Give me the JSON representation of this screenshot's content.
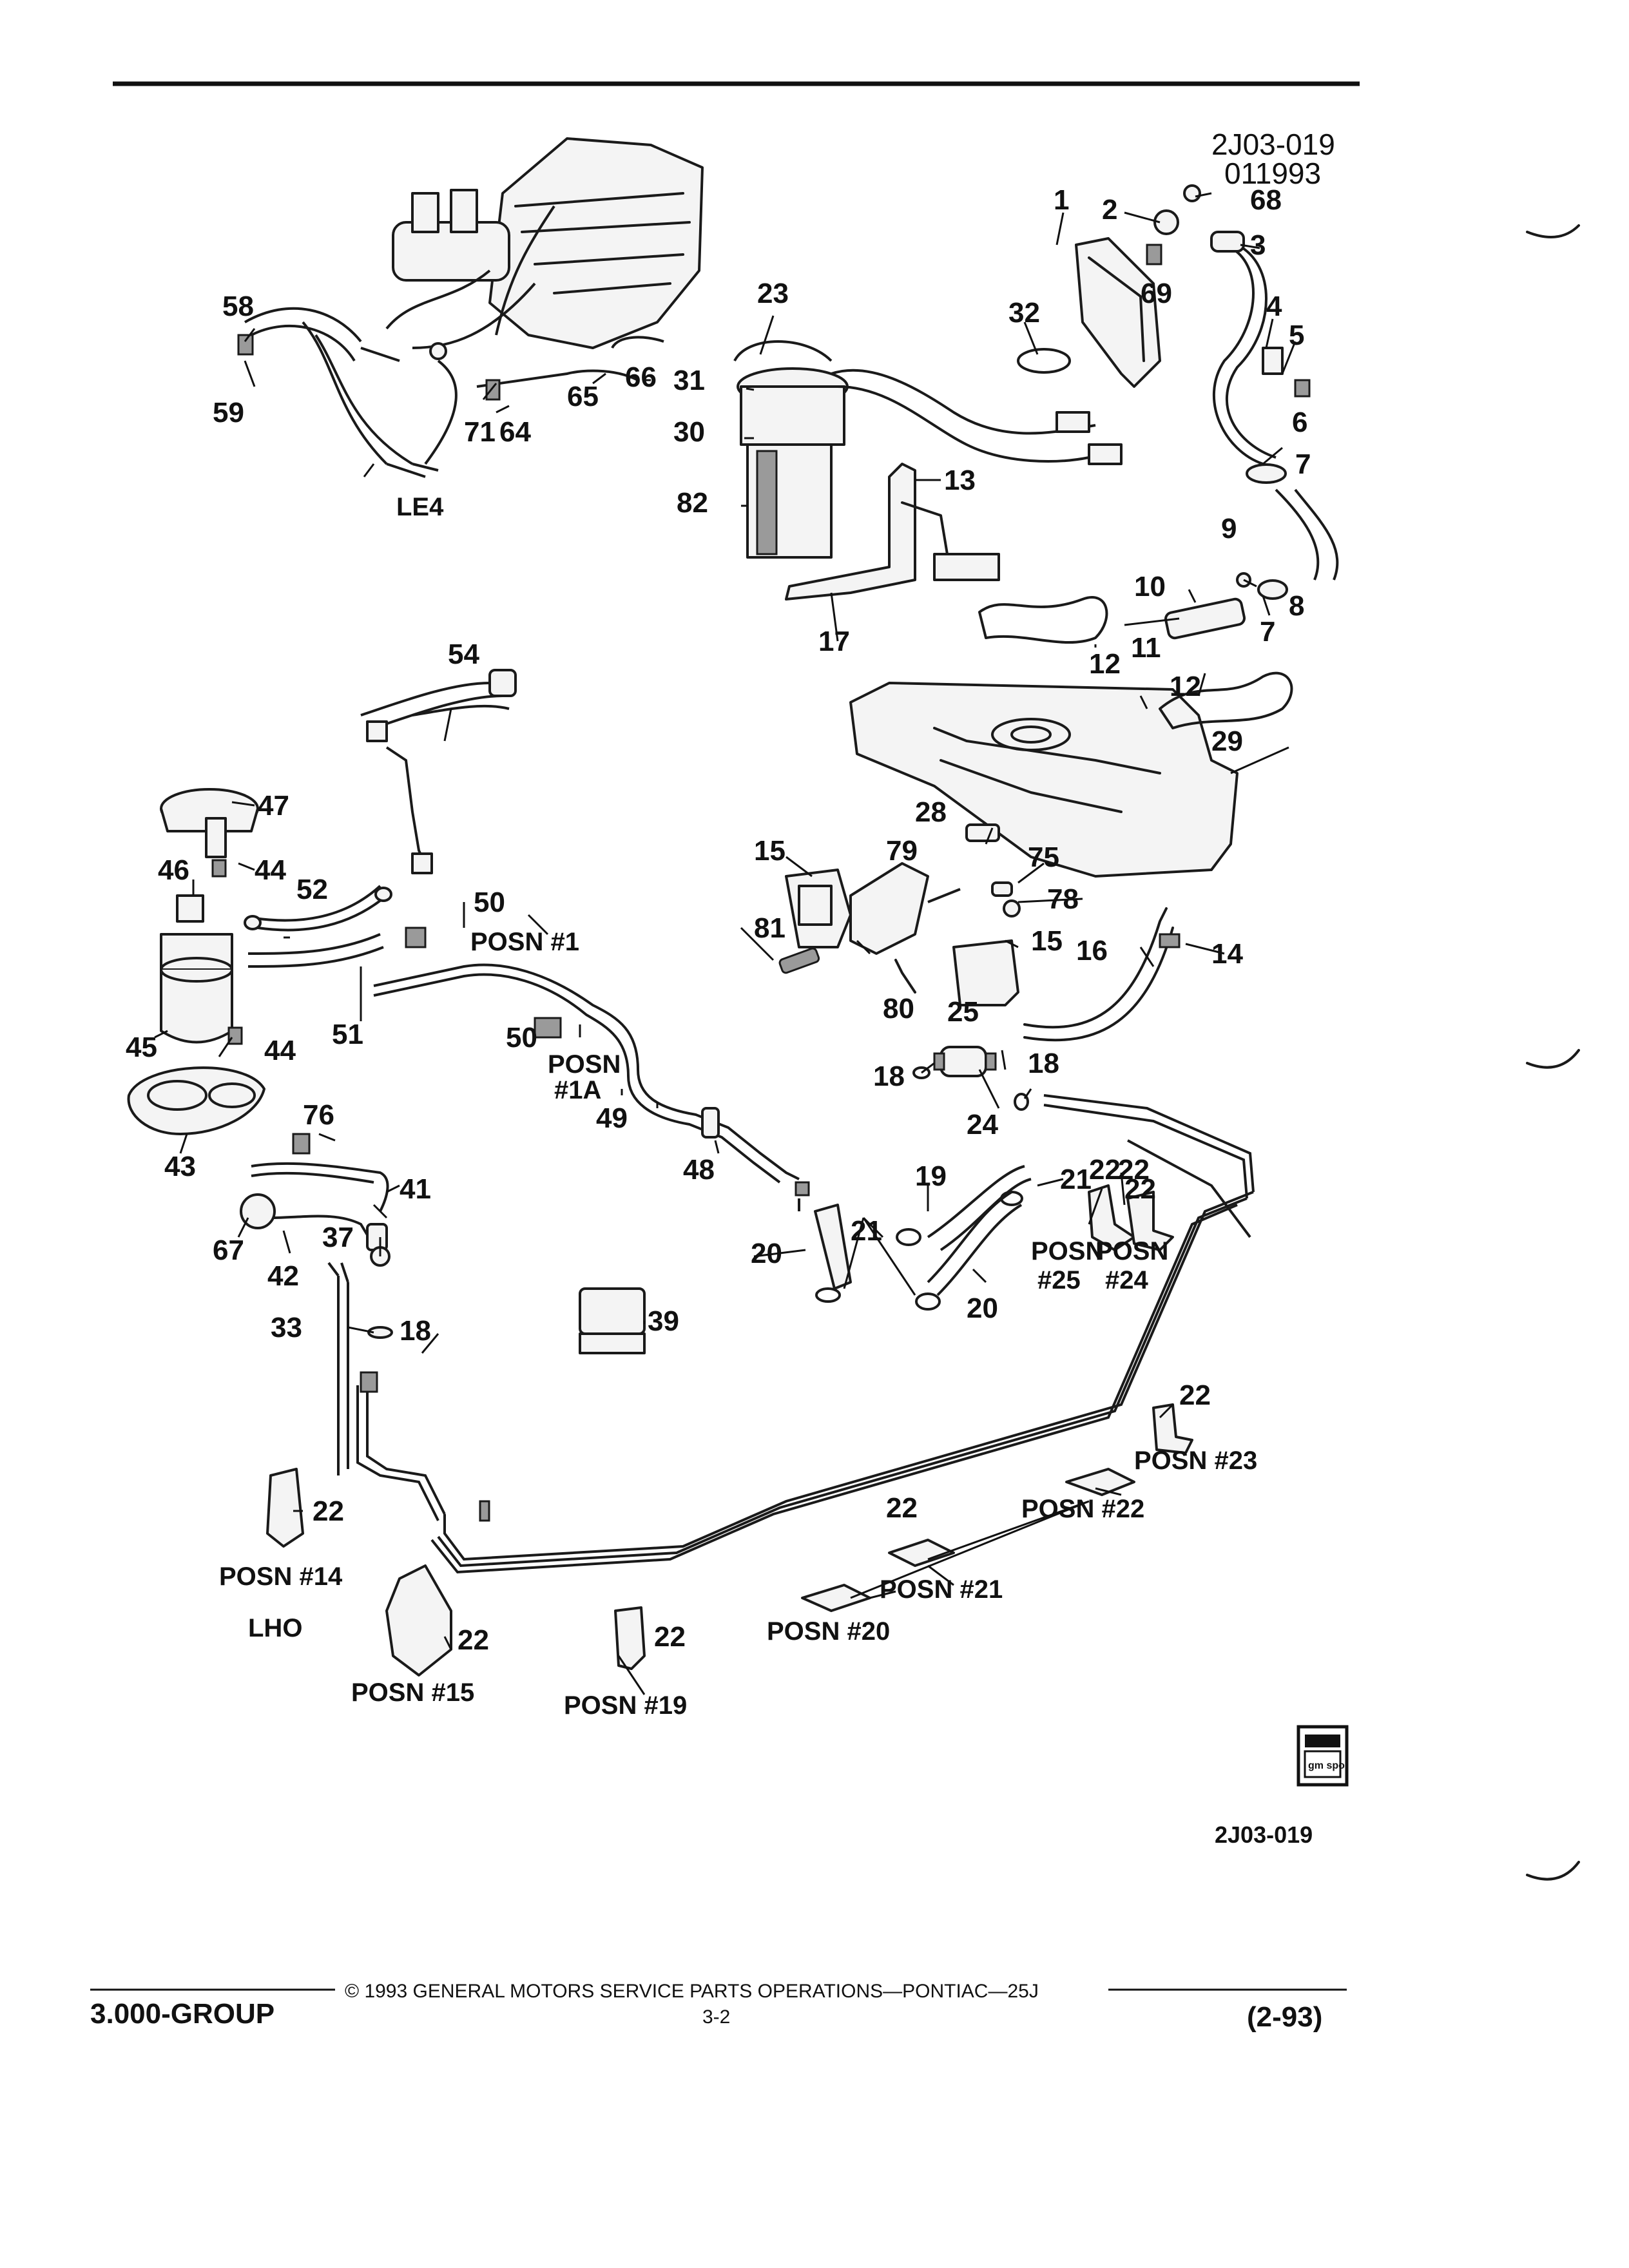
{
  "header": {
    "code": "2J03-019",
    "date_code": "011993"
  },
  "figure_code": "2J03-019",
  "logo": {
    "text": "gm spo"
  },
  "callouts": [
    {
      "text": "1"
    },
    {
      "text": "2"
    },
    {
      "text": "3"
    },
    {
      "text": "4"
    },
    {
      "text": "5"
    },
    {
      "text": "6"
    },
    {
      "text": "7"
    },
    {
      "text": "7"
    },
    {
      "text": "8"
    },
    {
      "text": "9"
    },
    {
      "text": "10"
    },
    {
      "text": "11"
    },
    {
      "text": "12"
    },
    {
      "text": "12"
    },
    {
      "text": "13"
    },
    {
      "text": "14"
    },
    {
      "text": "15"
    },
    {
      "text": "15"
    },
    {
      "text": "16"
    },
    {
      "text": "17"
    },
    {
      "text": "18"
    },
    {
      "text": "18"
    },
    {
      "text": "18"
    },
    {
      "text": "19"
    },
    {
      "text": "20"
    },
    {
      "text": "20"
    },
    {
      "text": "21"
    },
    {
      "text": "21"
    },
    {
      "text": "22"
    },
    {
      "text": "22"
    },
    {
      "text": "22"
    },
    {
      "text": "22"
    },
    {
      "text": "22"
    },
    {
      "text": "22"
    },
    {
      "text": "22"
    },
    {
      "text": "22"
    },
    {
      "text": "23"
    },
    {
      "text": "24"
    },
    {
      "text": "25"
    },
    {
      "text": "28"
    },
    {
      "text": "29"
    },
    {
      "text": "30"
    },
    {
      "text": "31"
    },
    {
      "text": "32"
    },
    {
      "text": "33"
    },
    {
      "text": "37"
    },
    {
      "text": "39"
    },
    {
      "text": "41"
    },
    {
      "text": "42"
    },
    {
      "text": "43"
    },
    {
      "text": "44"
    },
    {
      "text": "44"
    },
    {
      "text": "45"
    },
    {
      "text": "46"
    },
    {
      "text": "47"
    },
    {
      "text": "48"
    },
    {
      "text": "49"
    },
    {
      "text": "50"
    },
    {
      "text": "50"
    },
    {
      "text": "51"
    },
    {
      "text": "52"
    },
    {
      "text": "54"
    },
    {
      "text": "58"
    },
    {
      "text": "59"
    },
    {
      "text": "64"
    },
    {
      "text": "65"
    },
    {
      "text": "66"
    },
    {
      "text": "67"
    },
    {
      "text": "68"
    },
    {
      "text": "69"
    },
    {
      "text": "71"
    },
    {
      "text": "75"
    },
    {
      "text": "76"
    },
    {
      "text": "78"
    },
    {
      "text": "79"
    },
    {
      "text": "80"
    },
    {
      "text": "81"
    },
    {
      "text": "82"
    }
  ],
  "captions": [
    {
      "text": "LE4"
    },
    {
      "text": "LHO"
    },
    {
      "text": "POSN #1"
    },
    {
      "text": "POSN"
    },
    {
      "text": "#1A"
    },
    {
      "text": "POSN"
    },
    {
      "text": "#25"
    },
    {
      "text": "POSN"
    },
    {
      "text": "#24"
    },
    {
      "text": "POSN #23"
    },
    {
      "text": "POSN #22"
    },
    {
      "text": "POSN #21"
    },
    {
      "text": "POSN #20"
    },
    {
      "text": "POSN #14"
    },
    {
      "text": "POSN #15"
    },
    {
      "text": "POSN #19"
    }
  ],
  "footer": {
    "group": "3.000-GROUP",
    "copyright": "© 1993 GENERAL MOTORS SERVICE PARTS OPERATIONS—PONTIAC—25J",
    "page": "3-2",
    "revision": "(2-93)"
  }
}
